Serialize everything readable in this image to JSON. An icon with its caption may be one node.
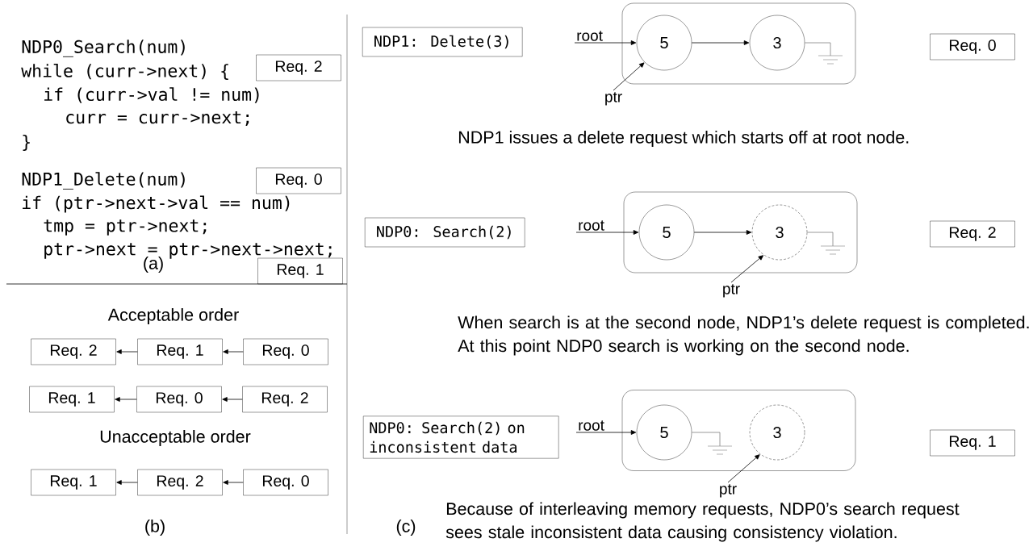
{
  "diagram": {
    "nodes": [
      {
        "text": [
          "Req. 2"
        ]
      },
      {
        "text": [
          "Req. 0"
        ]
      },
      {
        "text": [
          "Req. 1"
        ]
      },
      {
        "text": [
          "Req. 2"
        ]
      },
      {
        "text": [
          "Req. 1"
        ]
      },
      {
        "text": [
          "Req. 0"
        ]
      },
      {
        "text": [
          "Req. 1"
        ]
      },
      {
        "text": [
          "Req. 0"
        ]
      },
      {
        "text": [
          "Req. 2"
        ]
      },
      {
        "text": [
          "Req. 1"
        ]
      },
      {
        "text": [
          "Req. 2"
        ]
      },
      {
        "text": [
          "Req. 0"
        ]
      },
      {
        "text": [
          "NDP1: Delete(3)"
        ]
      },
      {
        "text": [
          "root"
        ]
      },
      {
        "text": [],
        "shape": "box"
      },
      {
        "text": [
          "5"
        ],
        "in": 14
      },
      {
        "text": [
          "3"
        ],
        "in": 14
      },
      {
        "text": [],
        "shape": "ground",
        "in": 14
      },
      {
        "text": [
          "ptr"
        ]
      },
      {
        "text": [
          "Req. 0"
        ]
      },
      {
        "text": [
          "NDP0: Search(2)"
        ]
      },
      {
        "text": [
          "root"
        ]
      },
      {
        "text": [],
        "shape": "box"
      },
      {
        "text": [
          "5"
        ],
        "in": 22
      },
      {
        "text": [
          "3"
        ],
        "in": 22
      },
      {
        "text": [],
        "shape": "ground",
        "in": 22
      },
      {
        "text": [
          "ptr"
        ]
      },
      {
        "text": [
          "Req. 2"
        ]
      },
      {
        "text": [
          "NDP0: Search(2) on inconsistent data"
        ]
      },
      {
        "text": [
          "root"
        ]
      },
      {
        "text": [],
        "shape": "box"
      },
      {
        "text": [
          "5"
        ],
        "in": 30
      },
      {
        "text": [
          "3"
        ],
        "in": 30
      },
      {
        "text": [],
        "shape": "ground",
        "in": 30
      },
      {
        "text": [
          "ptr"
        ]
      },
      {
        "text": [
          "Req. 1"
        ]
      }
    ],
    "edges": [
      {
        "from": 4,
        "to": 3,
        "arrow": "to"
      },
      {
        "from": 5,
        "to": 4,
        "arrow": "to"
      },
      {
        "from": 7,
        "to": 6,
        "arrow": "to"
      },
      {
        "from": 8,
        "to": 7,
        "arrow": "to"
      },
      {
        "from": 10,
        "to": 9,
        "arrow": "to"
      },
      {
        "from": 11,
        "to": 10,
        "arrow": "to"
      },
      {
        "from": 13,
        "to": 15,
        "arrow": "to"
      },
      {
        "from": 15,
        "to": 16,
        "arrow": "to"
      },
      {
        "from": 16,
        "to": 17,
        "arrow": "none",
        "color": "#808080"
      },
      {
        "from": 18,
        "to": 15,
        "arrow": "to"
      },
      {
        "from": 21,
        "to": 23,
        "arrow": "to"
      },
      {
        "from": 23,
        "to": 24,
        "arrow": "to"
      },
      {
        "from": 24,
        "to": 25,
        "arrow": "none",
        "color": "#808080"
      },
      {
        "from": 26,
        "to": 24,
        "arrow": "to"
      },
      {
        "from": 29,
        "to": 31,
        "arrow": "to"
      },
      {
        "from": 31,
        "to": 33,
        "arrow": "none",
        "color": "#808080"
      },
      {
        "from": 34,
        "to": 32,
        "arrow": "to"
      }
    ],
    "labels": [
      "NDP0_Search(num)",
      "while (curr->next) {",
      "if (curr->val != num)",
      "curr = curr->next;",
      "}",
      "NDP1_Delete(num)",
      "if (ptr->next->val == num)",
      "tmp = ptr->next;",
      "ptr->next = ptr->next->next;",
      "(a)",
      "Acceptable order",
      "Unacceptable order",
      "(b)",
      "NDP1 issues a delete request which starts off at root node.",
      "When search is at the second node, NDP1’s delete request is completed. At this point NDP0 search is working on the second node.",
      "(c)",
      "Because of interleaving memory requests, NDP0’s search request sees stale inconsistent data causing consistency violation."
    ]
  }
}
